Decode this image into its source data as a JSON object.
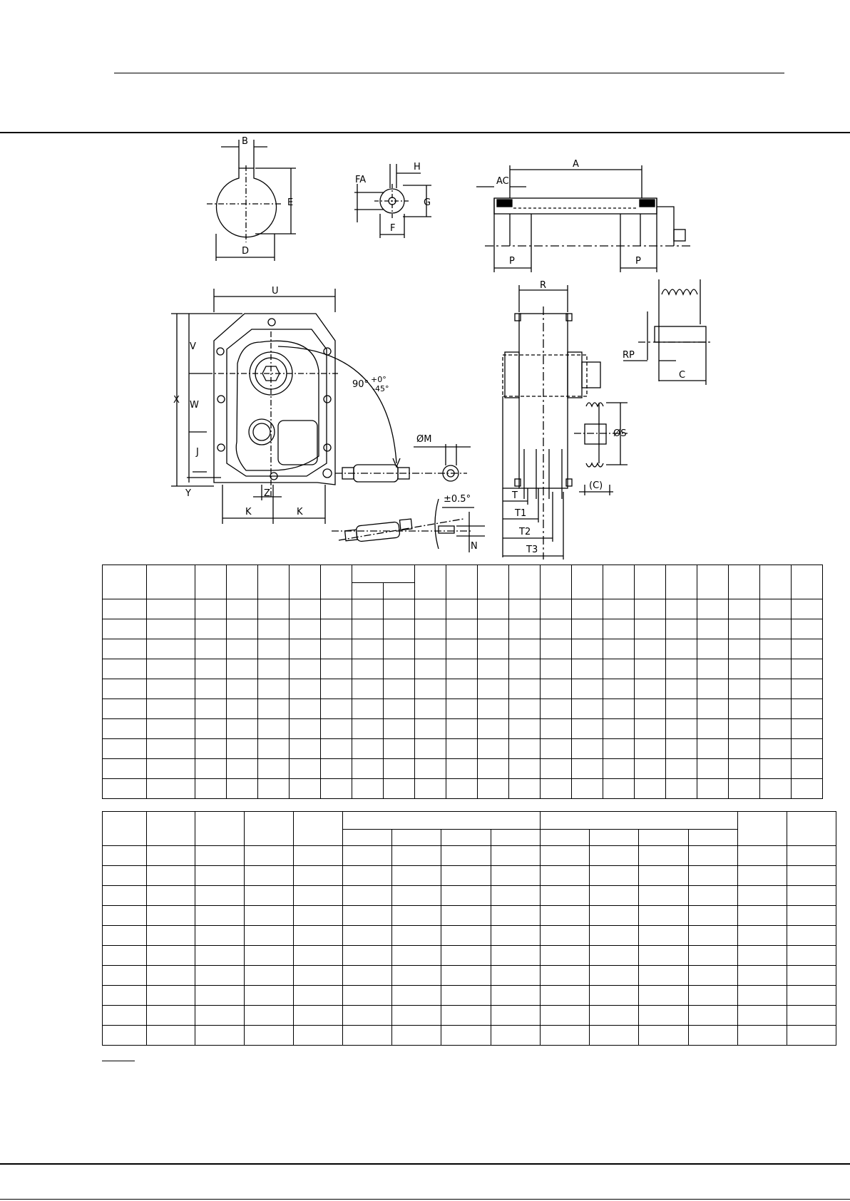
{
  "drawing": {
    "dimension_labels": {
      "B": "B",
      "E": "E",
      "D": "D",
      "H": "H",
      "FA": "FA",
      "G": "G",
      "F": "F",
      "A": "A",
      "AC": "AC",
      "P_left": "P",
      "P_right": "P",
      "U": "U",
      "V": "V",
      "X": "X",
      "W": "W",
      "J": "J",
      "Y": "Y",
      "Z": "Z",
      "K_left": "K",
      "K_right": "K",
      "angle_main": "90°",
      "angle_plus": "+0°",
      "angle_minus": "-45°",
      "M": "ØM",
      "tilt": "±0.5°",
      "N": "N",
      "R": "R",
      "S": "ØS",
      "C_paren": "(C)",
      "T": "T",
      "T1": "T1",
      "T2": "T2",
      "T3": "T3",
      "RP": "RP",
      "C": "C"
    }
  },
  "table1": {
    "rows": 11,
    "cols": 22,
    "header_rows": 2,
    "grouped_column_index": 7
  },
  "table2": {
    "rows": 11,
    "cols": 15,
    "header_rows": 2,
    "group_a_start": 5,
    "group_b_start": 9
  }
}
